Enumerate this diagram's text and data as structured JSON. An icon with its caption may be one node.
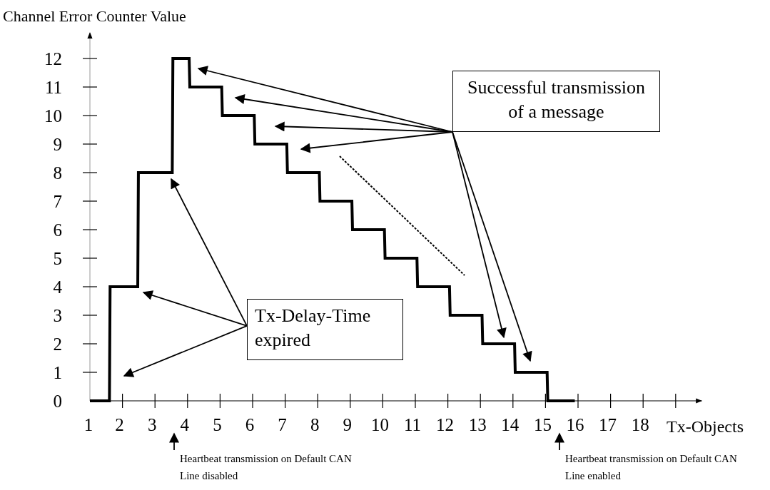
{
  "diagram": {
    "nodes": [
      {
        "text": [
          "Successful transmission of a message"
        ]
      },
      {
        "text": [
          "Tx-Delay-Time expired"
        ]
      },
      {
        "text": [
          "Heartbeat transmission on Default CAN Line disabled"
        ]
      },
      {
        "text": [
          "Heartbeat transmission on Default CAN Line enabled"
        ]
      }
    ],
    "edges": [
      {
        "from": 0,
        "to": null,
        "arrow": "to"
      },
      {
        "from": 0,
        "to": null,
        "arrow": "to"
      },
      {
        "from": 0,
        "to": null,
        "arrow": "to"
      },
      {
        "from": 0,
        "to": null,
        "arrow": "to"
      },
      {
        "from": 0,
        "to": null,
        "arrow": "to"
      },
      {
        "from": 0,
        "to": null,
        "arrow": "to"
      },
      {
        "from": 1,
        "to": null,
        "arrow": "to"
      },
      {
        "from": 1,
        "to": null,
        "arrow": "to"
      },
      {
        "from": 1,
        "to": null,
        "arrow": "to"
      },
      {
        "from": 2,
        "to": null,
        "arrow": "to"
      },
      {
        "from": 3,
        "to": null,
        "arrow": "to"
      }
    ],
    "chart_data": {
      "type": "line",
      "xlabel": "Tx-Objects",
      "ylabel": "Channel Error Counter Value",
      "x": [
        1,
        1.6,
        1.62,
        2.47,
        2.49,
        3.53,
        3.55,
        4.05,
        4.07,
        5.05,
        5.07,
        6.05,
        6.07,
        7.05,
        7.07,
        8.05,
        8.07,
        9.05,
        9.07,
        10.05,
        10.07,
        11.05,
        11.07,
        12.05,
        12.07,
        13.05,
        13.07,
        14.05,
        14.07,
        15.05,
        15.07,
        15.9
      ],
      "series": [
        {
          "values": [
            0,
            0,
            4,
            4,
            8,
            8,
            12,
            12,
            11,
            11,
            10,
            10,
            9,
            9,
            8,
            8,
            7,
            7,
            6,
            6,
            5,
            5,
            4,
            4,
            3,
            3,
            2,
            2,
            1,
            1,
            0,
            0
          ]
        }
      ],
      "xlim": [
        1,
        19.8
      ],
      "ylim": [
        0,
        12.9
      ],
      "xticks": [
        1,
        2,
        3,
        4,
        5,
        6,
        7,
        8,
        9,
        10,
        11,
        12,
        13,
        14,
        15,
        16,
        17,
        18
      ],
      "yticks": [
        0,
        1,
        2,
        3,
        4,
        5,
        6,
        7,
        8,
        9,
        10,
        11,
        12
      ]
    }
  }
}
